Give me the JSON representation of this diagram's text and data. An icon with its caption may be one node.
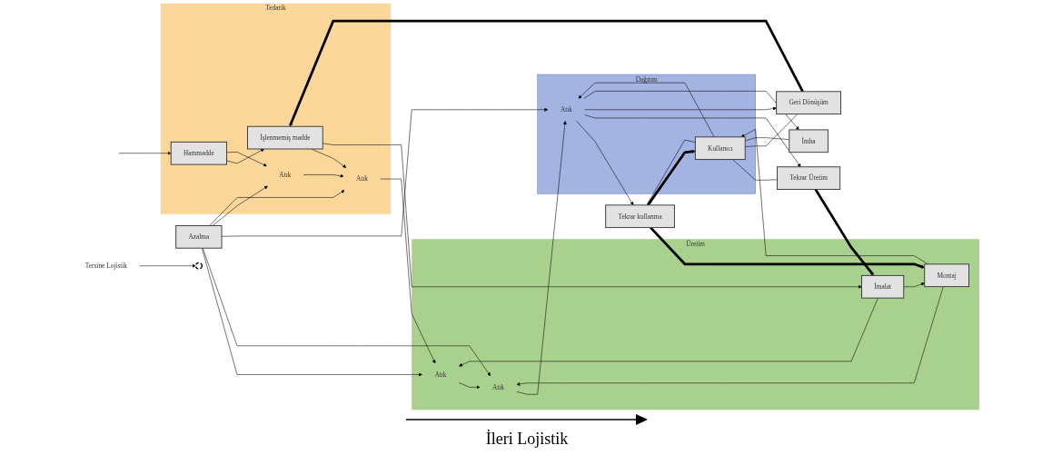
{
  "diagram": {
    "nodes": [
      {
        "text": [
          "Tedarik"
        ]
      },
      {
        "text": [
          "Hammadde"
        ],
        "in": 0
      },
      {
        "text": [
          "İşlenmemiş madde"
        ],
        "in": 0
      },
      {
        "text": [
          "Atık"
        ],
        "in": 0
      },
      {
        "text": [
          "Atık"
        ],
        "in": 0
      },
      {
        "text": [
          "Üretim"
        ]
      },
      {
        "text": [
          "İmalat"
        ],
        "in": 5
      },
      {
        "text": [
          "Montaj"
        ],
        "in": 5
      },
      {
        "text": [
          "Atık"
        ],
        "in": 5
      },
      {
        "text": [
          "Atık"
        ],
        "in": 5
      },
      {
        "text": [
          "Dağıtım"
        ]
      },
      {
        "text": [
          "Kullanıcı"
        ],
        "in": 10
      },
      {
        "text": [
          "Atık"
        ],
        "in": 10
      },
      {
        "text": [
          "Tekrar kullanma"
        ]
      },
      {
        "text": [
          "Tekrar Üretim"
        ]
      },
      {
        "text": [
          "Geri Dönüşüm"
        ]
      },
      {
        "text": [
          "İmha"
        ]
      },
      {
        "text": [
          "Azalma"
        ]
      },
      {
        "text": [
          "Tersine Lojistik"
        ]
      },
      {
        "text": [],
        "shape": "circle"
      }
    ],
    "edges": [
      {
        "from": null,
        "to": 1,
        "arrow": "to"
      },
      {
        "from": 1,
        "to": 2,
        "arrow": "to"
      },
      {
        "from": 1,
        "to": 3,
        "arrow": "to"
      },
      {
        "from": 2,
        "to": 4,
        "arrow": "to"
      },
      {
        "from": 3,
        "to": 4,
        "arrow": "to"
      },
      {
        "from": 2,
        "to": 6,
        "arrow": "to"
      },
      {
        "from": 4,
        "to": 8,
        "arrow": "to"
      },
      {
        "from": 6,
        "to": 7,
        "arrow": "to"
      },
      {
        "from": 6,
        "to": 8,
        "arrow": "to"
      },
      {
        "from": 7,
        "to": 9,
        "arrow": "to"
      },
      {
        "from": 8,
        "to": 9,
        "arrow": "to"
      },
      {
        "from": 7,
        "to": 11,
        "arrow": "to"
      },
      {
        "from": 11,
        "to": 12,
        "arrow": "to"
      },
      {
        "from": 9,
        "to": 12,
        "arrow": "to"
      },
      {
        "from": 11,
        "to": 13,
        "arrow": "none"
      },
      {
        "from": 11,
        "to": 14,
        "arrow": "none"
      },
      {
        "from": 11,
        "to": 15,
        "arrow": "none"
      },
      {
        "from": 11,
        "to": 16,
        "arrow": "none"
      },
      {
        "from": 12,
        "to": 13,
        "arrow": "to"
      },
      {
        "from": 12,
        "to": 14,
        "arrow": "to"
      },
      {
        "from": 12,
        "to": 15,
        "arrow": "to"
      },
      {
        "from": 12,
        "to": 16,
        "arrow": "to"
      },
      {
        "from": 13,
        "to": 11,
        "arrow": "to",
        "style": "thick"
      },
      {
        "from": 13,
        "to": 7,
        "arrow": "to",
        "style": "thick"
      },
      {
        "from": 14,
        "to": 6,
        "arrow": "to",
        "style": "thick"
      },
      {
        "from": 15,
        "to": 2,
        "arrow": "to",
        "style": "thick"
      },
      {
        "from": 17,
        "to": 3,
        "arrow": "to"
      },
      {
        "from": 17,
        "to": 4,
        "arrow": "to"
      },
      {
        "from": 17,
        "to": 8,
        "arrow": "to"
      },
      {
        "from": 17,
        "to": 9,
        "arrow": "to"
      },
      {
        "from": 17,
        "to": 12,
        "arrow": "to"
      },
      {
        "from": 18,
        "to": 19,
        "arrow": "to"
      }
    ],
    "labels": [
      "İleri Lojistik"
    ]
  }
}
